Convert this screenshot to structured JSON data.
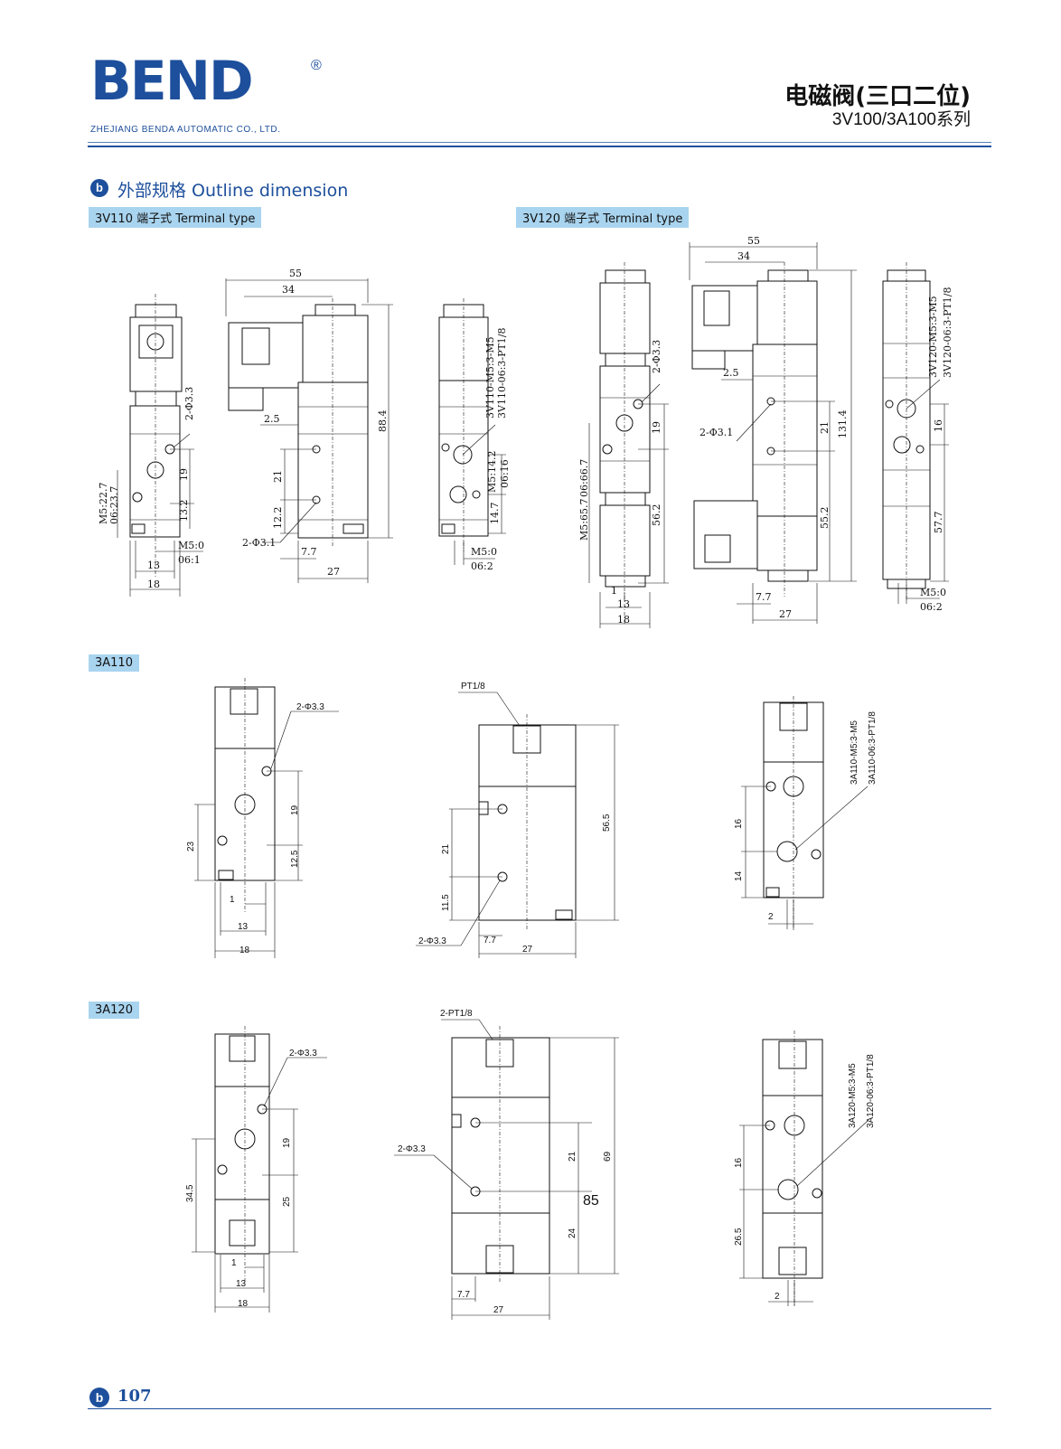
{
  "header": {
    "logo": "BEND",
    "registered": "®",
    "company": "ZHEJIANG BENDA AUTOMATIC CO., LTD.",
    "title_cn": "电磁阀(三口二位)",
    "series": "3V100/3A100系列"
  },
  "section": {
    "icon": "b",
    "title": "外部规格 Outline dimension"
  },
  "tags": {
    "v110": "3V110 端子式 Terminal type",
    "v120": "3V120 端子式 Terminal type",
    "a110": "3A110",
    "a120": "3A120"
  },
  "dims": {
    "d55": "55",
    "d34": "34",
    "d88_4": "88.4",
    "d2_5": "2.5",
    "d21": "21",
    "d12_2": "12.2",
    "d7_7": "7.7",
    "d27": "27",
    "d2phi3_1": "2-Φ3.1",
    "d2phi3_3": "2-Φ3.3",
    "d19": "19",
    "d13_2": "13.2",
    "m5_22": "M5:22.7",
    "o6_23": "06:23.7",
    "m5_0": "M5:0",
    "o6_1": "06:1",
    "d13": "13",
    "d18": "18",
    "v110_m5": "3V110-M5:3-M5",
    "v110_06": "3V110-06:3-PT1/8",
    "m5_14": "M5:14.2",
    "o6_16": "06:16",
    "d14_7": "14.7",
    "o6_2": "06:2",
    "d131_4": "131.4",
    "d55_2": "55.2",
    "d56_2": "56.2",
    "m5_65": "M5:65.7",
    "o6_66": "06:66.7",
    "d1": "1",
    "v120_m5": "3V120-M5:3-M5",
    "v120_06": "3V120-06:3-PT1/8",
    "d16": "16",
    "d57_7": "57.7",
    "d23": "23",
    "d12_5": "12.5",
    "pt1_8": "PT1/8",
    "d56_5": "56.5",
    "d11_5": "11.5",
    "a110_m5": "3A110-M5:3-M5",
    "a110_06": "3A110-06:3-PT1/8",
    "d14": "14",
    "d2": "2",
    "d34_5": "34.5",
    "d25": "25",
    "d2pt": "2-PT1/8",
    "d69": "69",
    "d85": "85",
    "d24": "24",
    "a120_m5": "3A120-M5:3-M5",
    "a120_06": "3A120-06:3-PT1/8",
    "d26_5": "26.5"
  },
  "footer": {
    "icon": "b",
    "page": "107"
  }
}
